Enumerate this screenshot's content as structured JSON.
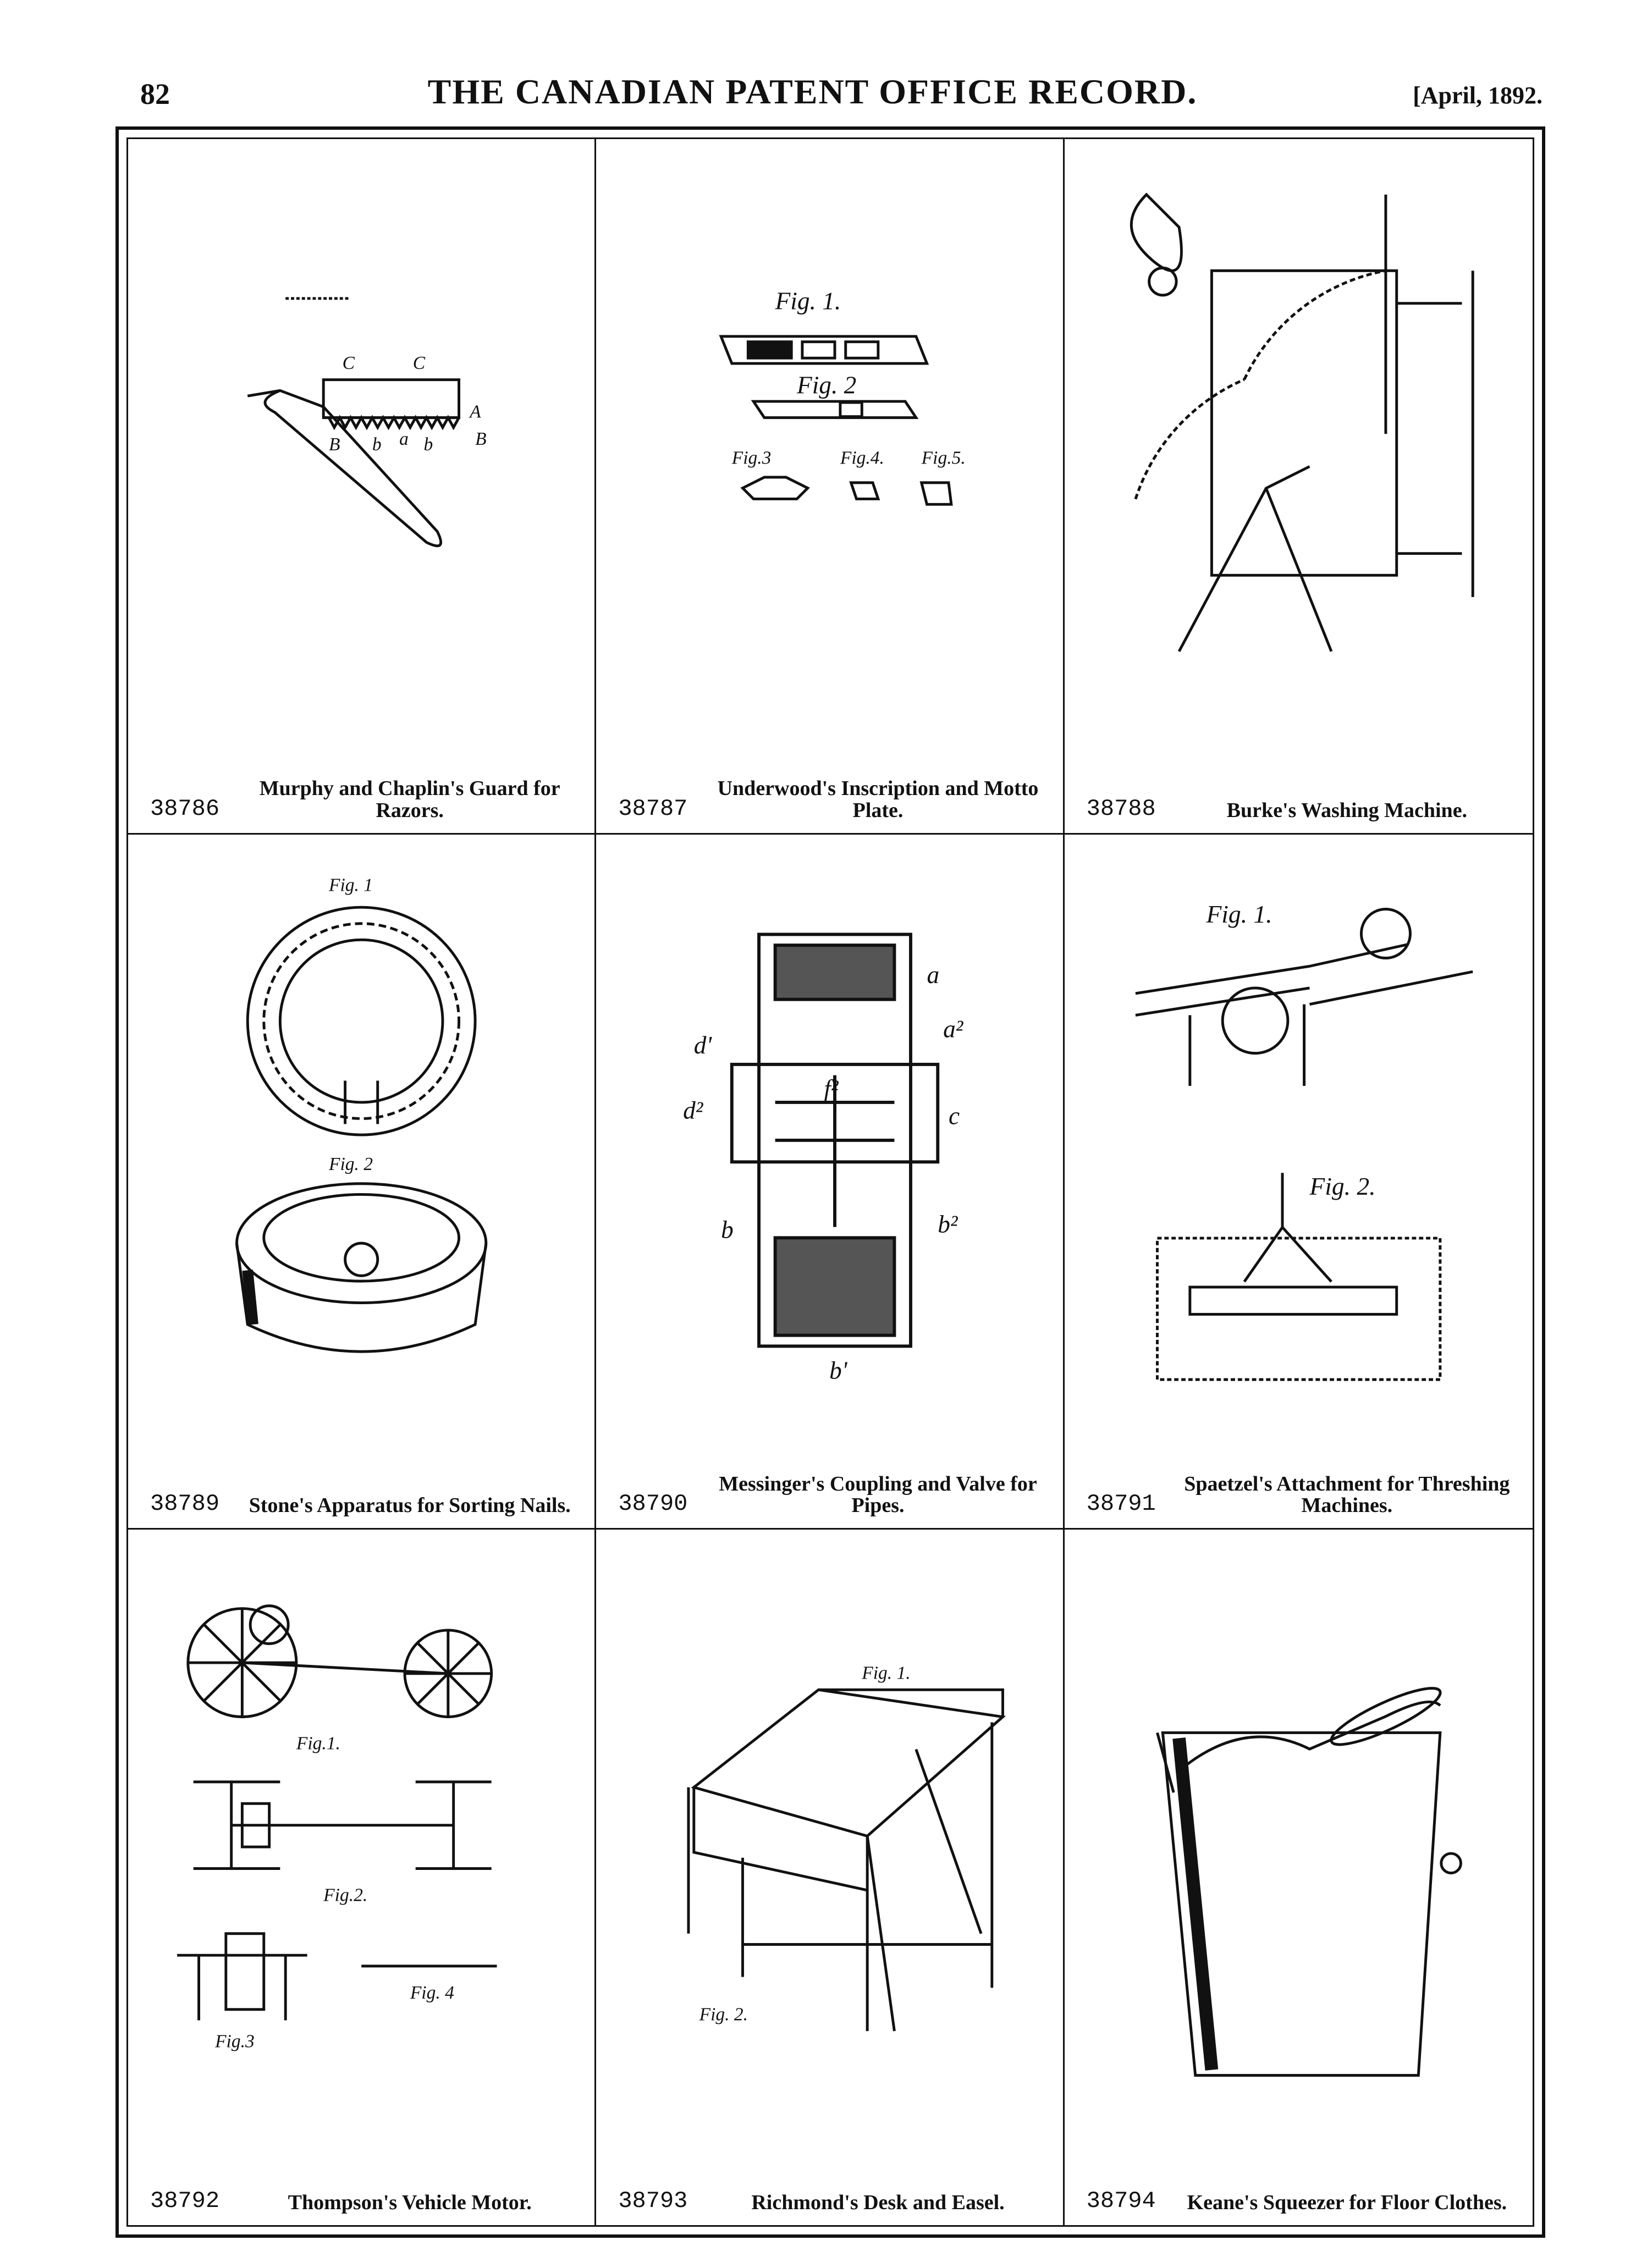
{
  "header": {
    "page_number": "82",
    "title": "THE CANADIAN PATENT OFFICE RECORD.",
    "date": "[April, 1892."
  },
  "patents": [
    {
      "number": "38786",
      "title": "Murphy and Chaplin's Guard for Razors."
    },
    {
      "number": "38787",
      "title": "Underwood's Inscription and Motto Plate."
    },
    {
      "number": "38788",
      "title": "Burke's Washing Machine."
    },
    {
      "number": "38789",
      "title": "Stone's Apparatus for Sorting Nails."
    },
    {
      "number": "38790",
      "title": "Messinger's Coupling and Valve for Pipes."
    },
    {
      "number": "38791",
      "title": "Spaetzel's Attachment for Threshing Machines."
    },
    {
      "number": "38792",
      "title": "Thompson's Vehicle Motor."
    },
    {
      "number": "38793",
      "title": "Richmond's Desk and Easel."
    },
    {
      "number": "38794",
      "title": "Keane's Squeezer for Floor Clothes."
    }
  ],
  "figure_labels": {
    "underwood_fig1": "Fig. 1.",
    "underwood_fig2": "Fig. 2",
    "underwood_fig3": "Fig.3",
    "underwood_fig4": "Fig.4.",
    "underwood_fig5": "Fig.5.",
    "stone_fig1": "Fig. 1",
    "stone_fig2": "Fig. 2",
    "messinger_a": "a",
    "messinger_d1": "d'",
    "messinger_a2": "a²",
    "messinger_f2": "f²",
    "messinger_d2": "d²",
    "messinger_c": "c",
    "messinger_b": "b",
    "messinger_b2": "b²",
    "messinger_b1": "b'",
    "spaetzel_fig1": "Fig. 1.",
    "spaetzel_fig2": "Fig. 2.",
    "thompson_fig1": "Fig.1.",
    "thompson_fig2": "Fig.2.",
    "thompson_fig3": "Fig.3",
    "thompson_fig4": "Fig. 4",
    "richmond_fig1": "Fig. 1.",
    "richmond_fig2": "Fig. 2."
  }
}
